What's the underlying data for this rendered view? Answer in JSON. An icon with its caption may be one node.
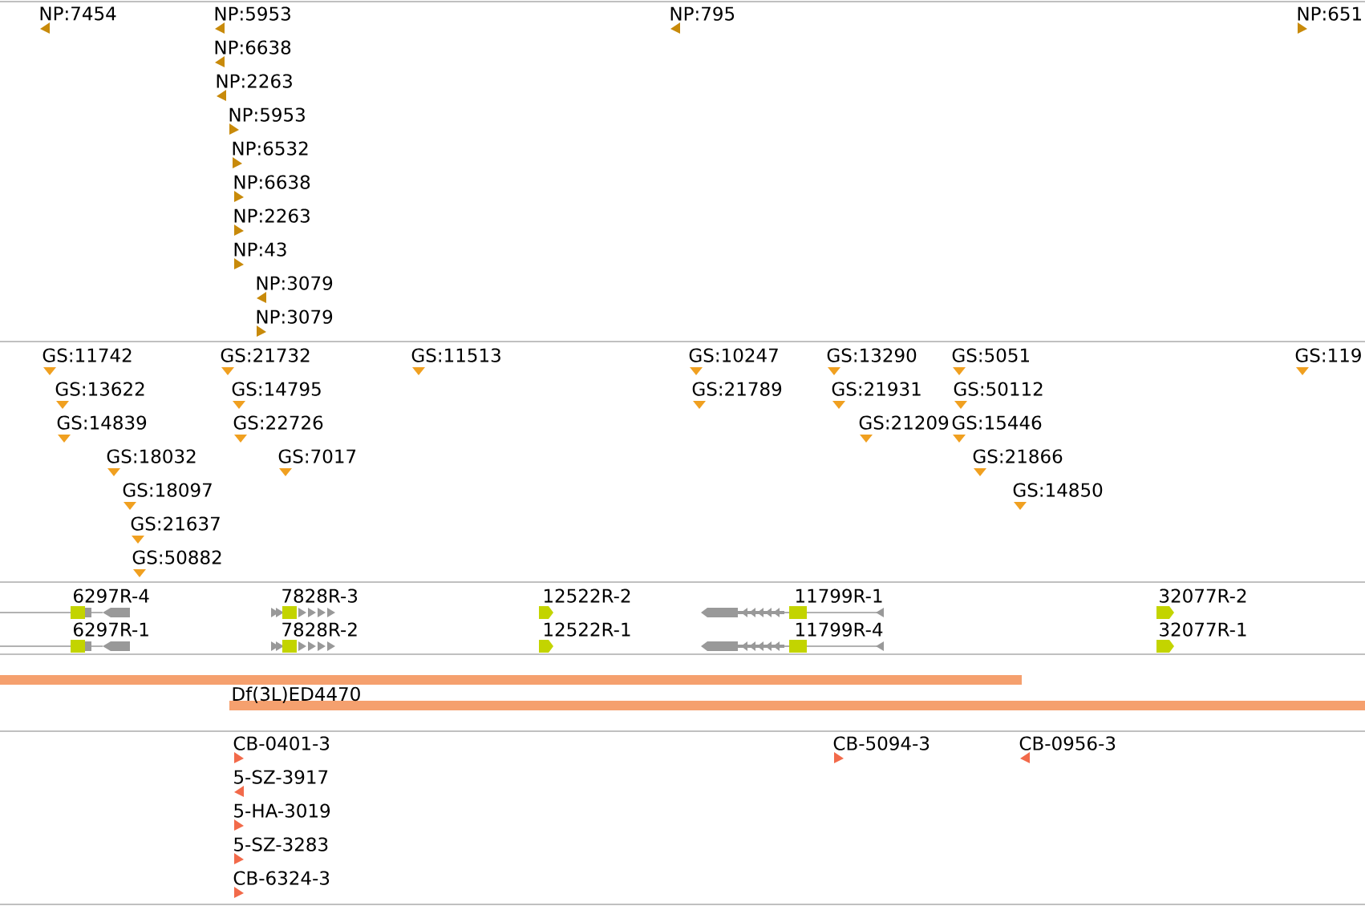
{
  "diagram": {
    "labels": [
      "NP:7454",
      "NP:5953",
      "NP:795",
      "NP:651",
      "NP:6638",
      "NP:2263",
      "NP:5953",
      "NP:6532",
      "NP:6638",
      "NP:2263",
      "NP:43",
      "NP:3079",
      "NP:3079",
      "GS:11742",
      "GS:21732",
      "GS:11513",
      "GS:10247",
      "GS:13290",
      "GS:5051",
      "GS:119",
      "GS:13622",
      "GS:14795",
      "GS:21789",
      "GS:21931",
      "GS:50112",
      "GS:14839",
      "GS:22726",
      "GS:21209",
      "GS:15446",
      "GS:18032",
      "GS:7017",
      "GS:21866",
      "GS:18097",
      "GS:14850",
      "GS:21637",
      "GS:50882",
      "6297R-4",
      "7828R-3",
      "12522R-2",
      "11799R-1",
      "32077R-2",
      "6297R-1",
      "7828R-2",
      "12522R-1",
      "11799R-4",
      "32077R-1",
      "Df(3L)ED4470",
      "CB-0401-3",
      "CB-5094-3",
      "CB-0956-3",
      "5-SZ-3917",
      "5-HA-3019",
      "5-SZ-3283",
      "CB-6324-3"
    ]
  }
}
